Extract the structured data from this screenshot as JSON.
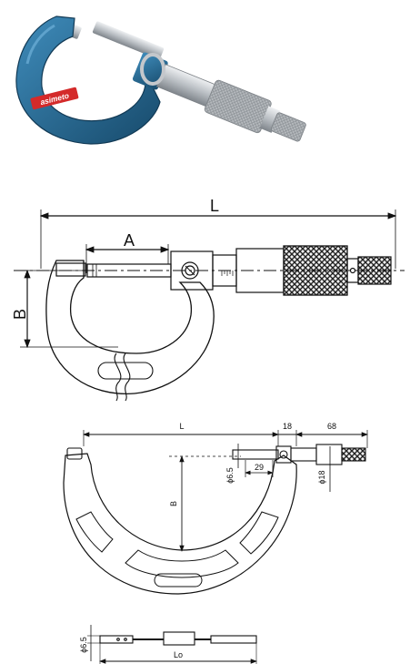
{
  "photo": {
    "brand_text": "asimeto",
    "colors": {
      "frame": "#1f5f86",
      "frame_light": "#3a86b3",
      "steel": "#c9ccd0",
      "steel_dark": "#8d9297"
    }
  },
  "drawing1": {
    "label_L": "L",
    "label_A": "A",
    "label_B": "B"
  },
  "drawing2": {
    "label_L": "L",
    "label_18_top": "18",
    "label_68": "68",
    "label_29": "29",
    "label_phi65": "ϕ6.5",
    "label_B": "B",
    "label_phi18": "ϕ18"
  },
  "drawing3": {
    "label_phi65": "ϕ6.5",
    "label_Lo": "Lo"
  }
}
